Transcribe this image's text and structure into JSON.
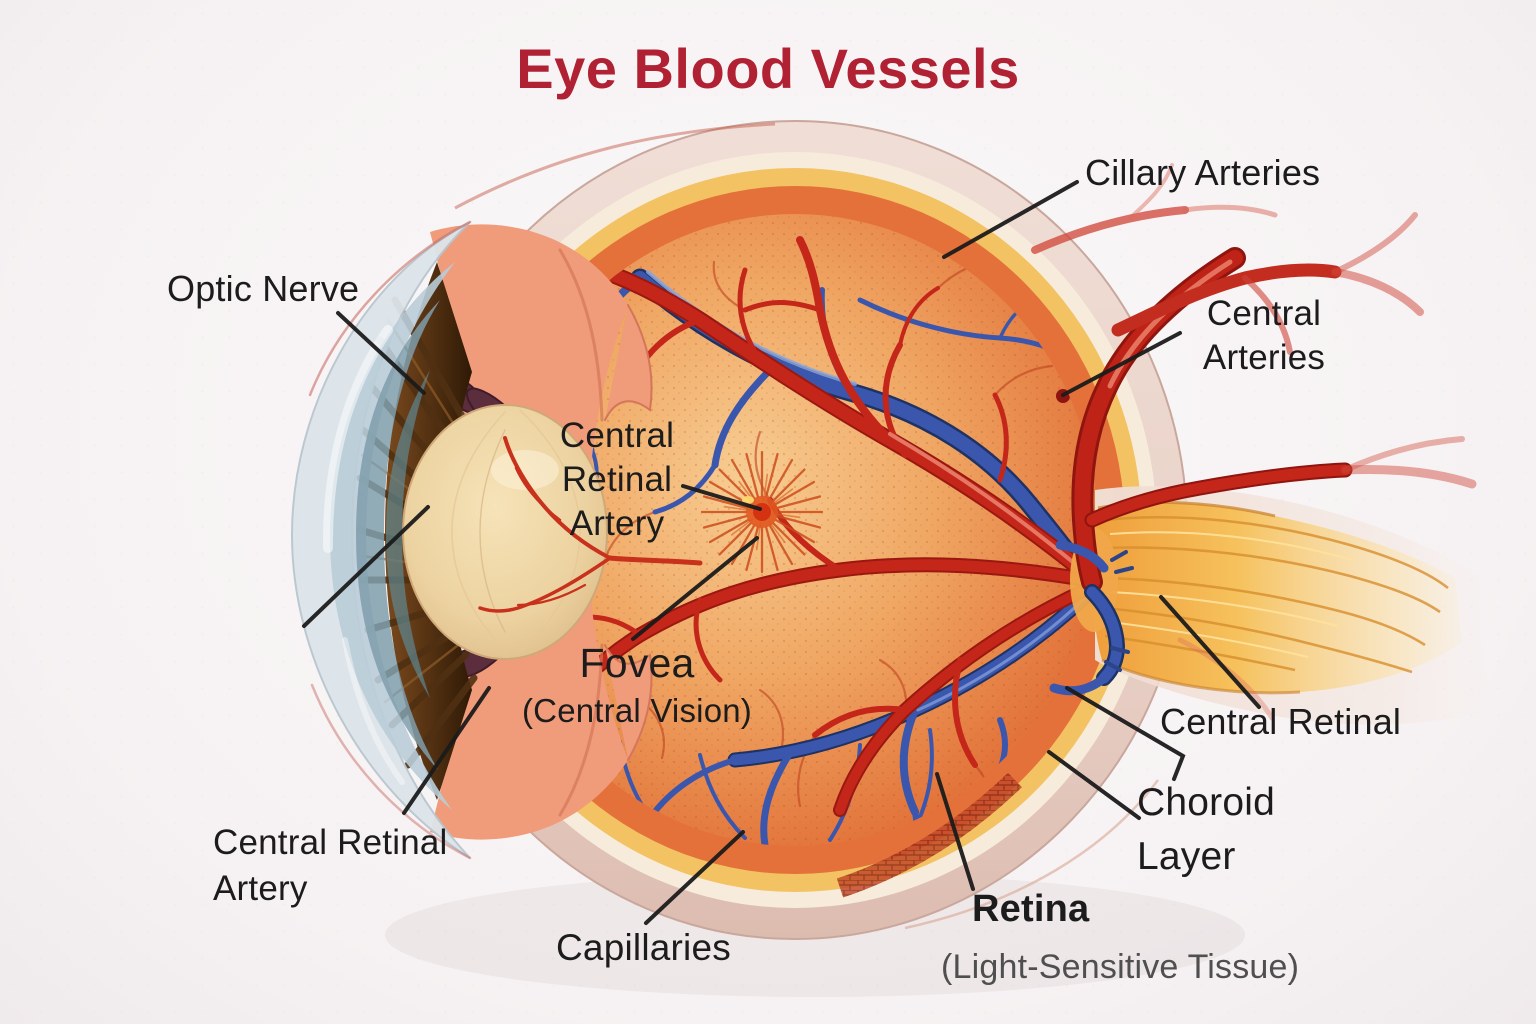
{
  "title": {
    "text": "Eye Blood Vessels"
  },
  "labels": {
    "cillary_arteries": "Cillary Arteries",
    "optic_nerve": "Optic Nerve",
    "central_arteries_line1": "Central",
    "central_arteries_line2": "Arteries",
    "central_retinal_artery_line1": "Central",
    "central_retinal_artery_line2": "Retinal",
    "central_retinal_artery_line3": "Artery",
    "fovea_title": "Fovea",
    "fovea_sub": "(Central Vision)",
    "central_retinal": "Central Retinal",
    "choroid_line1": "Choroid",
    "choroid_line2": "Layer",
    "central_retinal_artery_bottom_line1": "Central Retinal",
    "central_retinal_artery_bottom_line2": "Artery",
    "capillaries": "Capillaries",
    "retina_title": "Retina",
    "retina_sub": "(Light-Sensitive Tissue)"
  },
  "colors": {
    "title_red": "#b02133",
    "label_black": "#1c1c1c",
    "label_gray": "#4f4f4f",
    "artery_red": "#c4261a",
    "vein_blue": "#3a57ad",
    "optic_nerve_yellow": "#f2b04a",
    "retina_orange": "#e06a33",
    "choroid_yellow": "#f3c262",
    "sclera_pink": "#ecd9d1",
    "background": "#f8f5f6"
  },
  "illustration": {
    "parts": [
      "cornea",
      "iris",
      "lens",
      "ciliary-body",
      "sclera",
      "choroid-layer",
      "retina",
      "vitreous",
      "fovea",
      "optic-disc",
      "optic-nerve",
      "retinal-arteries",
      "retinal-veins",
      "ciliary-arteries",
      "capillaries"
    ]
  }
}
